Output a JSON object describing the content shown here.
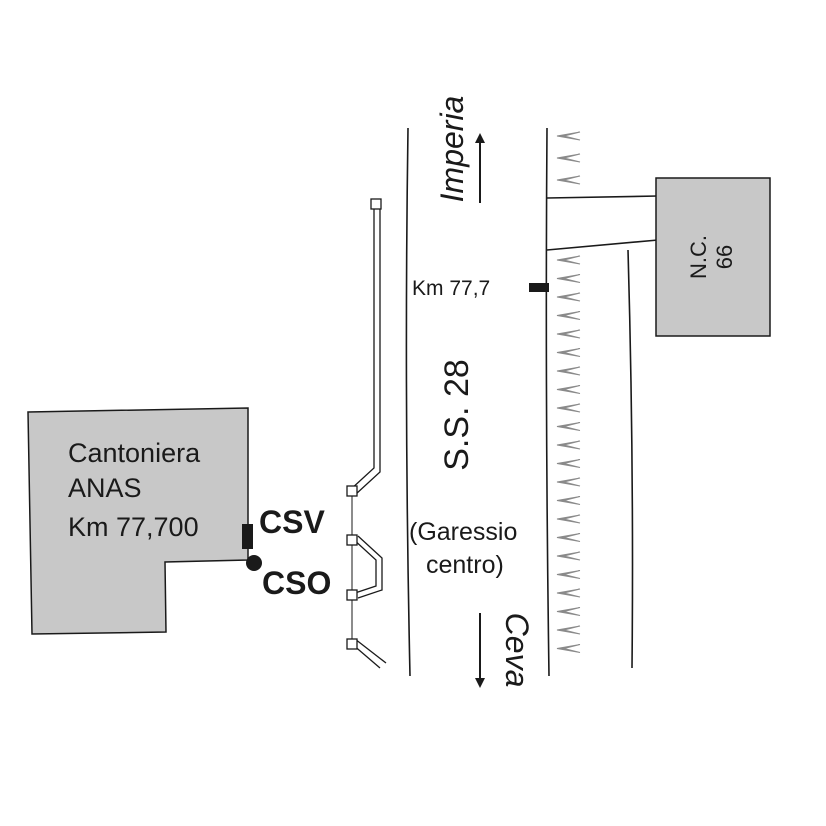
{
  "building_main": {
    "lines": [
      "Cantoniera",
      "ANAS",
      "Km 77,700"
    ],
    "fill": "#c8c8c8"
  },
  "building_nc": {
    "lines": [
      "N.C.",
      "66"
    ],
    "fill": "#c8c8c8"
  },
  "markers": {
    "csv": "CSV",
    "cso": "CSO",
    "km": "Km 77,7"
  },
  "road": {
    "name": "S.S. 28",
    "sub_line1": "(Garessio",
    "sub_line2": "centro)"
  },
  "directions": {
    "north": "Imperia",
    "south": "Ceva"
  },
  "colors": {
    "stroke": "#1a1a1a",
    "vegetation": "#8a8a8a"
  }
}
